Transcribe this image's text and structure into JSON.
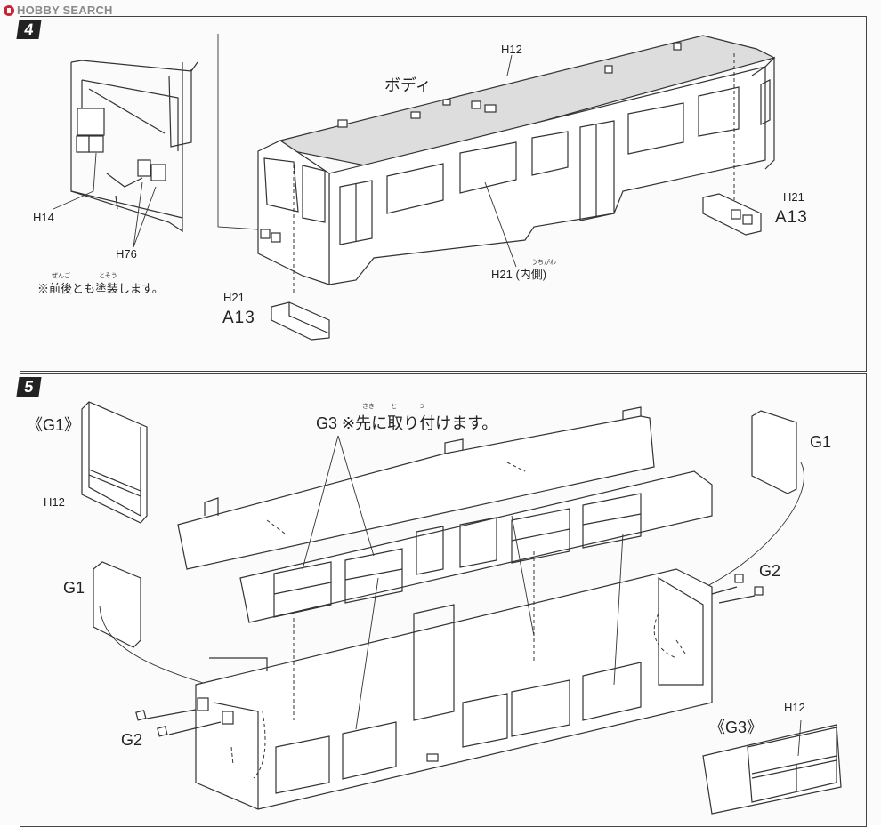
{
  "watermark": {
    "text": "HOBBY SEARCH"
  },
  "steps": [
    {
      "number": "4",
      "labels": {
        "body": "ボディ",
        "h12_top": "H12",
        "h14": "H14",
        "h76": "H76",
        "note": "※前後とも塗装します。",
        "h21_left": "H21",
        "a13_left": "A13",
        "h21_right": "H21",
        "a13_right": "A13",
        "h21_inner": "H21 (内側)"
      },
      "furigana": {
        "zen": "ぜんご",
        "tosou": "とそう",
        "uchigawa": "うちがわ"
      }
    },
    {
      "number": "5",
      "labels": {
        "g1_callout": "《G1》",
        "h12_left": "H12",
        "g3_note": "G3 ※先に取り付けます。",
        "g1_right": "G1",
        "g1_left": "G1",
        "g2_right": "G2",
        "g2_left": "G2",
        "g3_callout": "《G3》",
        "h12_right": "H12"
      },
      "furigana": {
        "saki": "さき",
        "to": "と",
        "tsu": "つ"
      }
    }
  ]
}
